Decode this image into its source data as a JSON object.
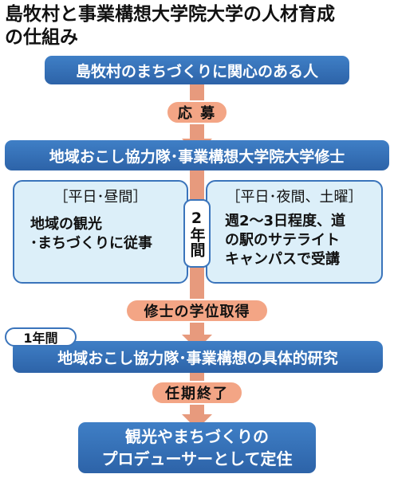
{
  "title": {
    "line1": "島牧村と事業構想大学院大学の人材育成",
    "line2": "の仕組み"
  },
  "steps": {
    "start": "島牧村のまちづくりに関心のある人",
    "apply": "応 募",
    "program": "地域おこし協力隊･事業構想大学院大学修士",
    "left_panel": {
      "heading": "［平日･昼間］",
      "lines": [
        "地域の観光",
        "･まちづくりに従事"
      ]
    },
    "right_panel": {
      "heading": "［平日･夜間、土曜］",
      "lines": [
        "週2～3日程度、道",
        "の駅のサテライト",
        "キャンパスで受講"
      ]
    },
    "duration_2y": "2年間",
    "degree": "修士の学位取得",
    "duration_1y": "1年間",
    "research": "地域おこし協力隊･事業構想の具体的研究",
    "term_end": "任期終了",
    "final": {
      "line1": "観光やまちづくりの",
      "line2": "プロデューサーとして定住"
    }
  },
  "colors": {
    "box_blue": "#3572b8",
    "pill_orange": "#f3a585",
    "panel_fill": "#dceff9",
    "arrow": "#e79a7d"
  }
}
